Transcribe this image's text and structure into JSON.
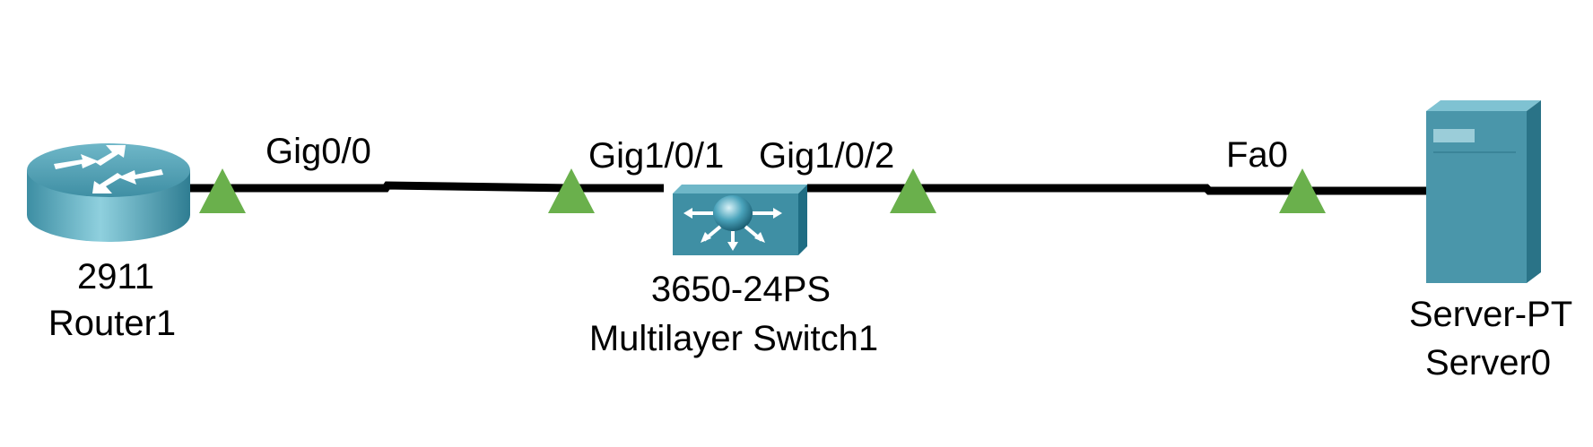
{
  "devices": {
    "router": {
      "model": "2911",
      "name": "Router1"
    },
    "switch": {
      "model": "3650-24PS",
      "name": "Multilayer Switch1"
    },
    "server": {
      "model": "Server-PT",
      "name": "Server0"
    }
  },
  "ports": {
    "router_gig0_0": "Gig0/0",
    "switch_gig1_0_1": "Gig1/0/1",
    "switch_gig1_0_2": "Gig1/0/2",
    "server_fa0": "Fa0"
  },
  "links": [
    {
      "from": "Router1",
      "from_port": "Gig0/0",
      "to": "Multilayer Switch1",
      "to_port": "Gig1/0/1",
      "status": "up"
    },
    {
      "from": "Multilayer Switch1",
      "from_port": "Gig1/0/2",
      "to": "Server0",
      "to_port": "Fa0",
      "status": "up"
    }
  ],
  "colors": {
    "link": "#000000",
    "link_up": "#6ab04c",
    "device_teal": "#4a96aa"
  }
}
